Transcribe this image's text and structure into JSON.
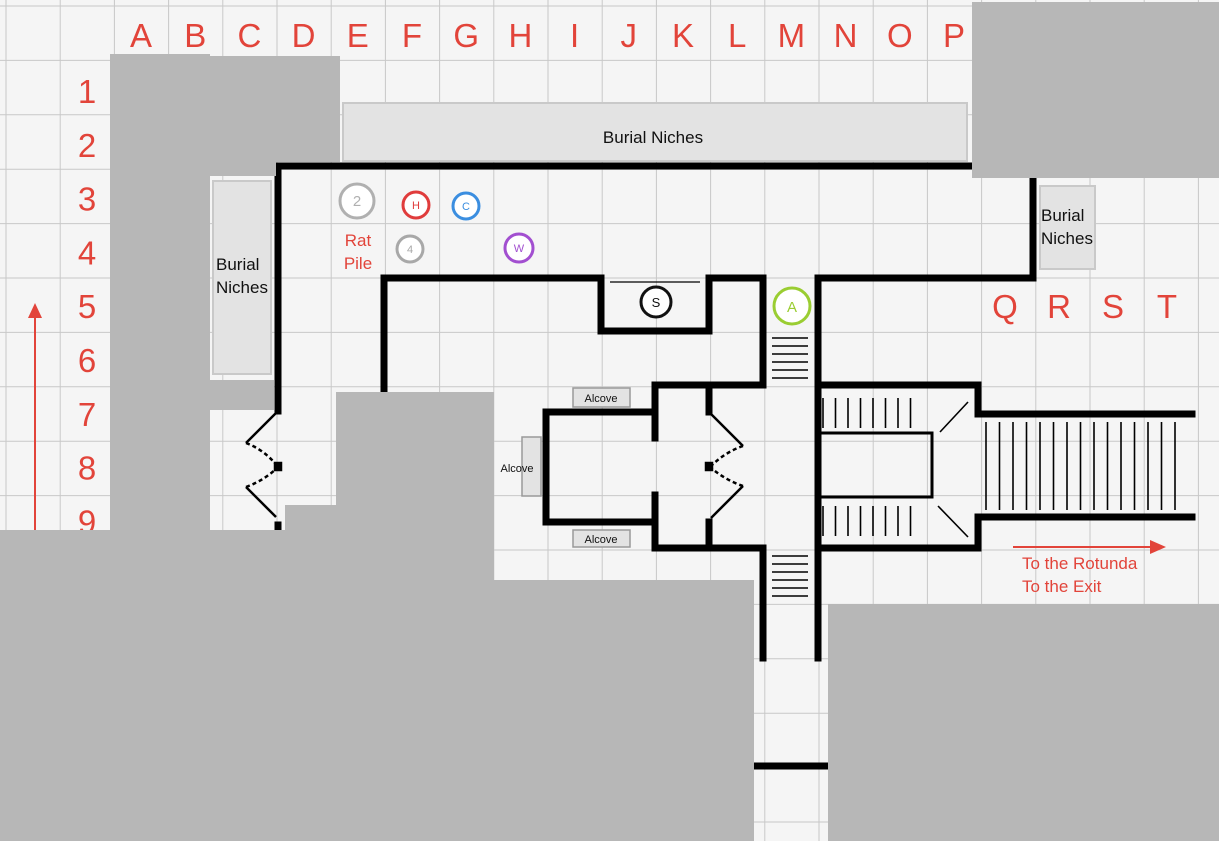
{
  "map": {
    "column_labels": [
      "A",
      "B",
      "C",
      "D",
      "E",
      "F",
      "G",
      "H",
      "I",
      "J",
      "K",
      "L",
      "M",
      "N",
      "O",
      "P"
    ],
    "row_labels": [
      "1",
      "2",
      "3",
      "4",
      "5",
      "6",
      "7",
      "8",
      "9"
    ],
    "east_labels": [
      "Q",
      "R",
      "S",
      "T"
    ],
    "burial_niches_top": "Burial Niches",
    "burial_niches_left_line1": "Burial",
    "burial_niches_left_line2": "Niches",
    "burial_niches_right_line1": "Burial",
    "burial_niches_right_line2": "Niches",
    "rat_pile_line1": "Rat",
    "rat_pile_line2": "Pile",
    "alcove_top": "Alcove",
    "alcove_left": "Alcove",
    "alcove_bottom": "Alcove",
    "to_rotunda": "To the Rotunda",
    "to_exit": "To the Exit",
    "colors": {
      "grid_bg": "#f5f5f5",
      "grid_line": "#c8c8c8",
      "wall": "#000000",
      "fog": "#b7b7b7",
      "niche": "#e3e3e3",
      "accent": "#e2443a"
    }
  },
  "tokens": [
    {
      "label": "2",
      "color": "#b0b0b0"
    },
    {
      "label": "H",
      "color": "#e03c3c"
    },
    {
      "label": "C",
      "color": "#3b8ee0"
    },
    {
      "label": "4",
      "color": "#a8a8a8"
    },
    {
      "label": "W",
      "color": "#a24fd0"
    },
    {
      "label": "S",
      "color": "#111111"
    },
    {
      "label": "A",
      "color": "#9acd32"
    }
  ]
}
